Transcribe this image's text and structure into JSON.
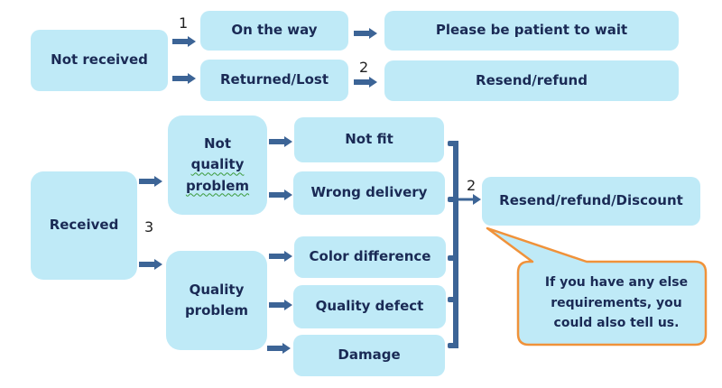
{
  "diagram": {
    "not_received": {
      "label": "Not received",
      "branches": [
        {
          "step": "1",
          "label": "On the way",
          "result": "Please be patient to wait"
        },
        {
          "step": "2",
          "label": "Returned/Lost",
          "result": "Resend/refund"
        }
      ]
    },
    "received": {
      "label": "Received",
      "step": "3",
      "not_quality": {
        "line1": "Not",
        "line2": "quality",
        "line3": "problem",
        "items": [
          "Not fit",
          "Wrong delivery"
        ]
      },
      "quality": {
        "line1": "Quality",
        "line2": "problem",
        "items": [
          "Color difference",
          "Quality defect",
          "Damage"
        ]
      },
      "result_step": "2",
      "result": "Resend/refund/Discount"
    },
    "callout": {
      "line1": "If you have any else",
      "line2": "requirements, you",
      "line3": "could also tell us."
    },
    "colors": {
      "box_fill": "#bfeaf7",
      "arrow": "#3c6496",
      "text": "#1a2a55",
      "callout_border": "#f0923a"
    }
  }
}
